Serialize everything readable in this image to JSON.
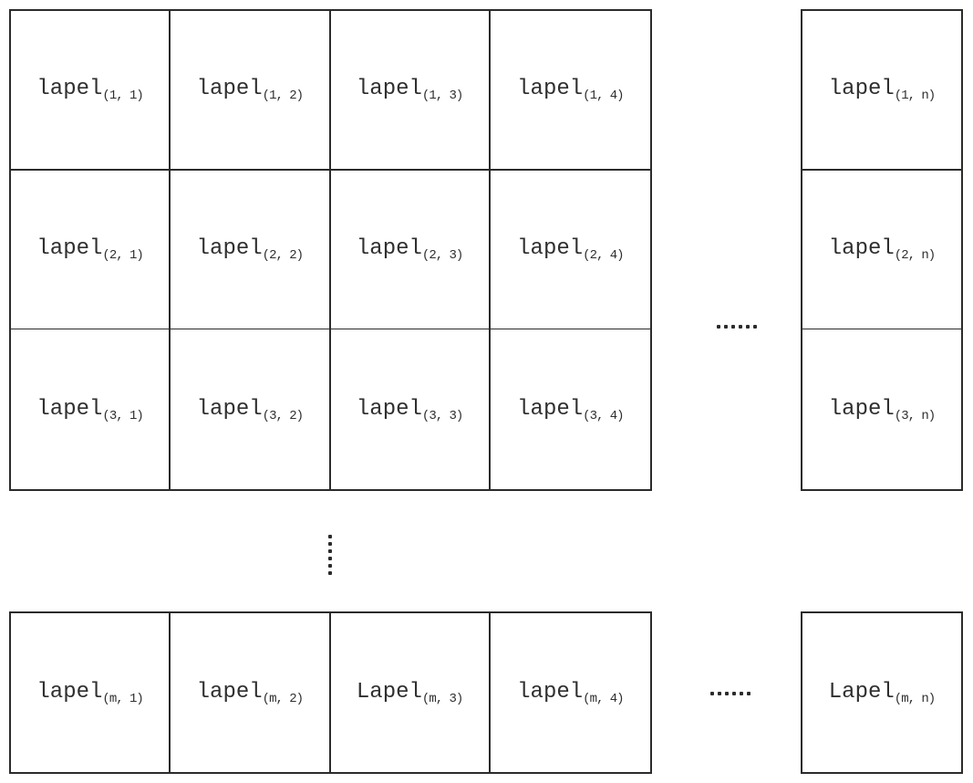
{
  "colors": {
    "line": "#2b2b2b",
    "text": "#2f2f2f",
    "background": "#ffffff"
  },
  "diagram": {
    "main_grid": {
      "rows": [
        [
          {
            "base": "lapel",
            "sub": "(1, 1)"
          },
          {
            "base": "lapel",
            "sub": "(1, 2)"
          },
          {
            "base": "lapel",
            "sub": "(1, 3)"
          },
          {
            "base": "lapel",
            "sub": "(1, 4)"
          }
        ],
        [
          {
            "base": "lapel",
            "sub": "(2, 1)"
          },
          {
            "base": "lapel",
            "sub": "(2, 2)"
          },
          {
            "base": "lapel",
            "sub": "(2, 3)"
          },
          {
            "base": "lapel",
            "sub": "(2, 4)"
          }
        ],
        [
          {
            "base": "lapel",
            "sub": "(3, 1)"
          },
          {
            "base": "lapel",
            "sub": "(3, 2)"
          },
          {
            "base": "lapel",
            "sub": "(3, 3)"
          },
          {
            "base": "lapel",
            "sub": "(3, 4)"
          }
        ]
      ]
    },
    "right_column": {
      "cells": [
        {
          "base": "lapel",
          "sub": "(1, n)"
        },
        {
          "base": "lapel",
          "sub": "(2, n)"
        },
        {
          "base": "lapel",
          "sub": "(3, n)"
        }
      ]
    },
    "bottom_row": {
      "cells": [
        {
          "base": "lapel",
          "sub": "(m, 1)"
        },
        {
          "base": "lapel",
          "sub": "(m, 2)"
        },
        {
          "base": "Lapel",
          "sub": "(m, 3)"
        },
        {
          "base": "lapel",
          "sub": "(m, 4)"
        }
      ]
    },
    "bottom_right_cell": {
      "base": "Lapel",
      "sub": "(m, n)"
    },
    "ellipsis": {
      "horizontal_mid": "......",
      "horizontal_bottom": "......",
      "vertical": "......"
    }
  }
}
